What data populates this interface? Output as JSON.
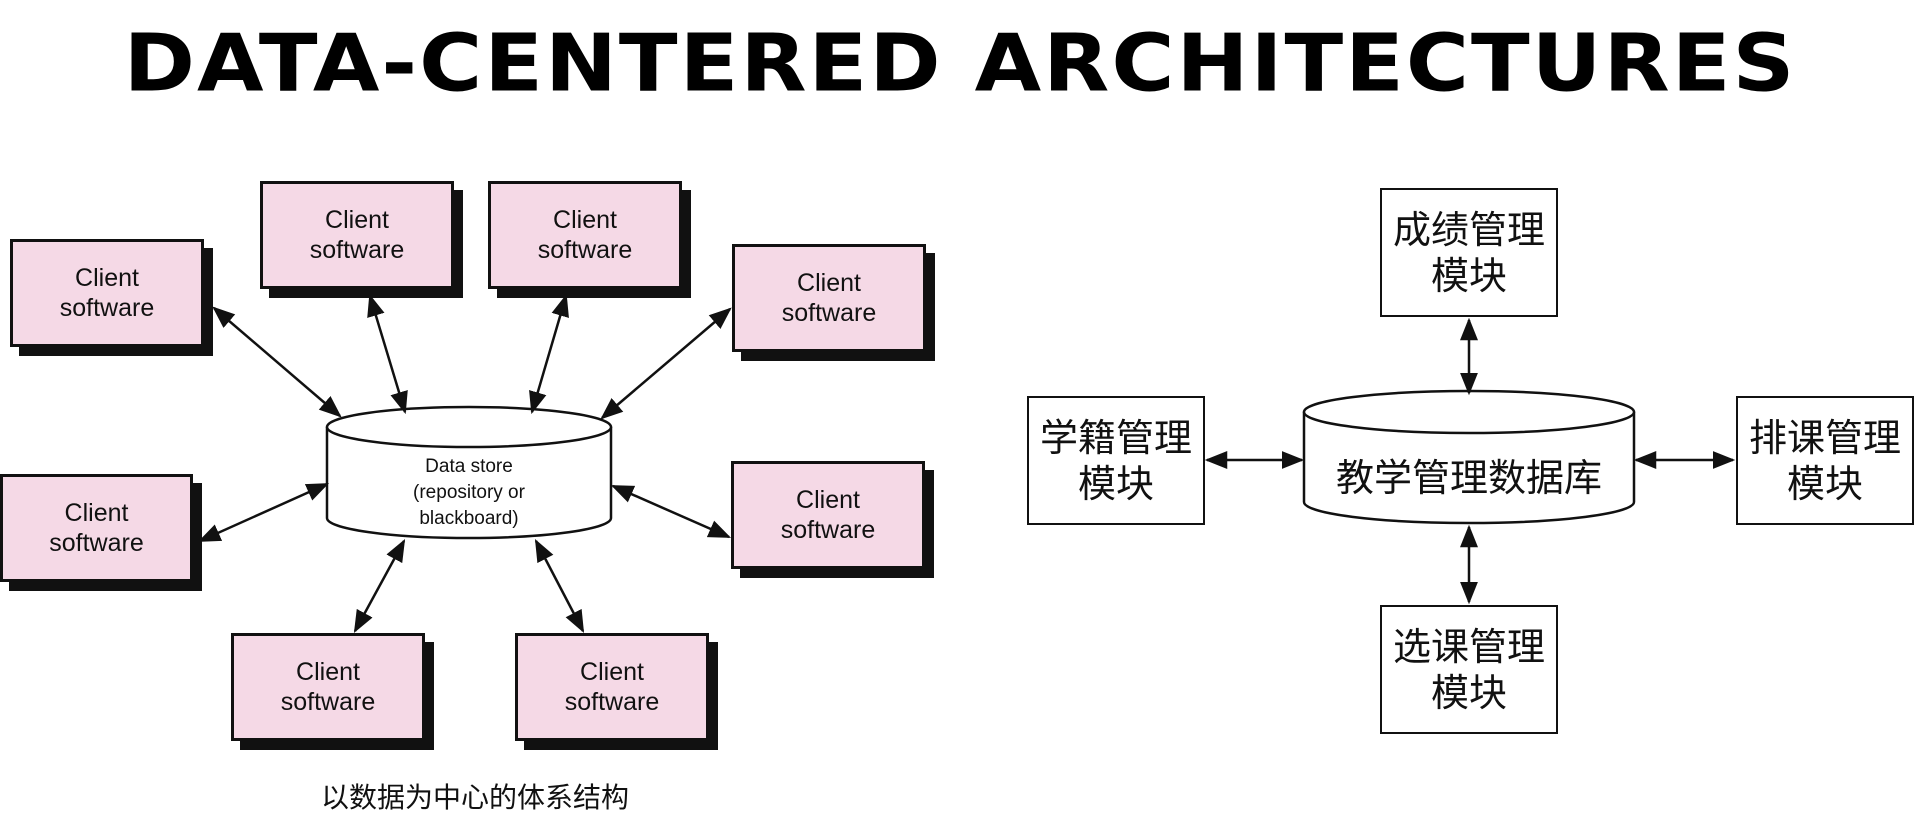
{
  "title": "DATA-CENTERED ARCHITECTURES",
  "left_diagram": {
    "data_store_label": "Data store\n(repository or\nblackboard)",
    "clients": [
      {
        "label": "Client\nsoftware"
      },
      {
        "label": "Client\nsoftware"
      },
      {
        "label": "Client\nsoftware"
      },
      {
        "label": "Client\nsoftware"
      },
      {
        "label": "Client\nsoftware"
      },
      {
        "label": "Client\nsoftware"
      },
      {
        "label": "Client\nsoftware"
      },
      {
        "label": "Client\nsoftware"
      }
    ],
    "caption": "以数据为中心的体系结构"
  },
  "right_diagram": {
    "database_label": "教学管理数据库",
    "modules": {
      "top": "成绩管理\n模块",
      "left": "学籍管理\n模块",
      "right": "排课管理\n模块",
      "bottom": "选课管理\n模块"
    }
  }
}
